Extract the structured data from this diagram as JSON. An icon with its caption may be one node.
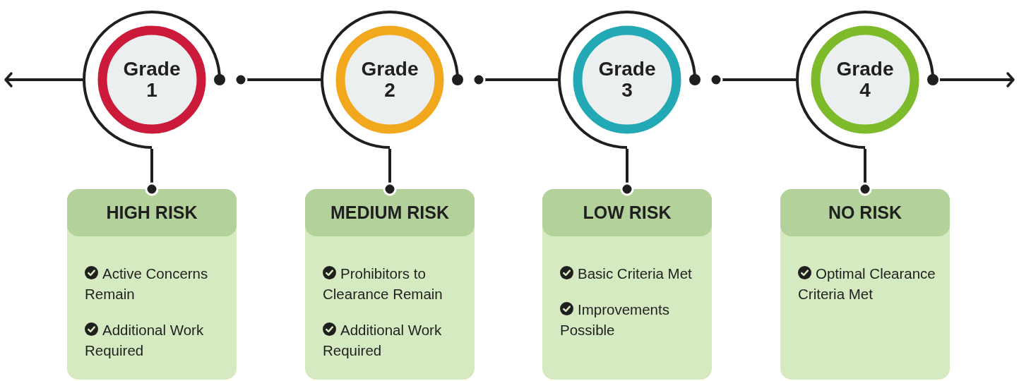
{
  "diagram": {
    "nodes": [
      {
        "text": [
          "Grade 1"
        ]
      },
      {
        "text": [
          "Grade 2"
        ]
      },
      {
        "text": [
          "Grade 3"
        ]
      },
      {
        "text": [
          "Grade 4"
        ]
      },
      {
        "text": [
          "HIGH RISK",
          "Active Concerns Remain",
          "Additional Work Required"
        ]
      },
      {
        "text": [
          "MEDIUM RISK",
          "Prohibitors to Clearance Remain",
          "Additional Work Required"
        ]
      },
      {
        "text": [
          "LOW RISK",
          "Basic Criteria Met",
          "Improvements Possible"
        ]
      },
      {
        "text": [
          "NO RISK",
          "Optimal Clearance Criteria Met"
        ]
      }
    ],
    "edges": [
      {
        "from": 0,
        "to": null,
        "arrow": "to"
      },
      {
        "from": 0,
        "to": 1,
        "arrow": "other"
      },
      {
        "from": 1,
        "to": 2,
        "arrow": "other"
      },
      {
        "from": 2,
        "to": 3,
        "arrow": "other"
      },
      {
        "from": 3,
        "to": null,
        "arrow": "to"
      },
      {
        "from": 0,
        "to": 4,
        "arrow": "other"
      },
      {
        "from": 1,
        "to": 5,
        "arrow": "other"
      },
      {
        "from": 2,
        "to": 6,
        "arrow": "other"
      },
      {
        "from": 3,
        "to": 7,
        "arrow": "other"
      }
    ]
  }
}
